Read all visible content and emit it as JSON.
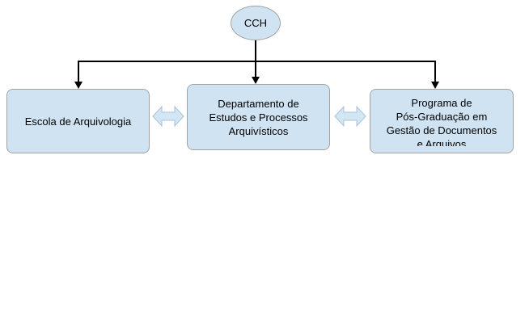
{
  "diagram": {
    "root": {
      "label": "CCH"
    },
    "nodes": [
      {
        "lines": [
          "Escola de Arquivologia"
        ]
      },
      {
        "lines": [
          "Departamento de",
          "Estudos e Processos",
          "Arquivísticos"
        ]
      },
      {
        "lines": [
          "Programa de",
          "Pós-Graduação em",
          "Gestão de Documentos",
          "e Arquivos"
        ]
      }
    ],
    "colors": {
      "node_fill": "#cfe3f2",
      "node_border": "#a3a3a3",
      "connector": "#000000",
      "double_arrow_fill": "#d3e6f3",
      "double_arrow_border": "#a8c3d9"
    }
  }
}
